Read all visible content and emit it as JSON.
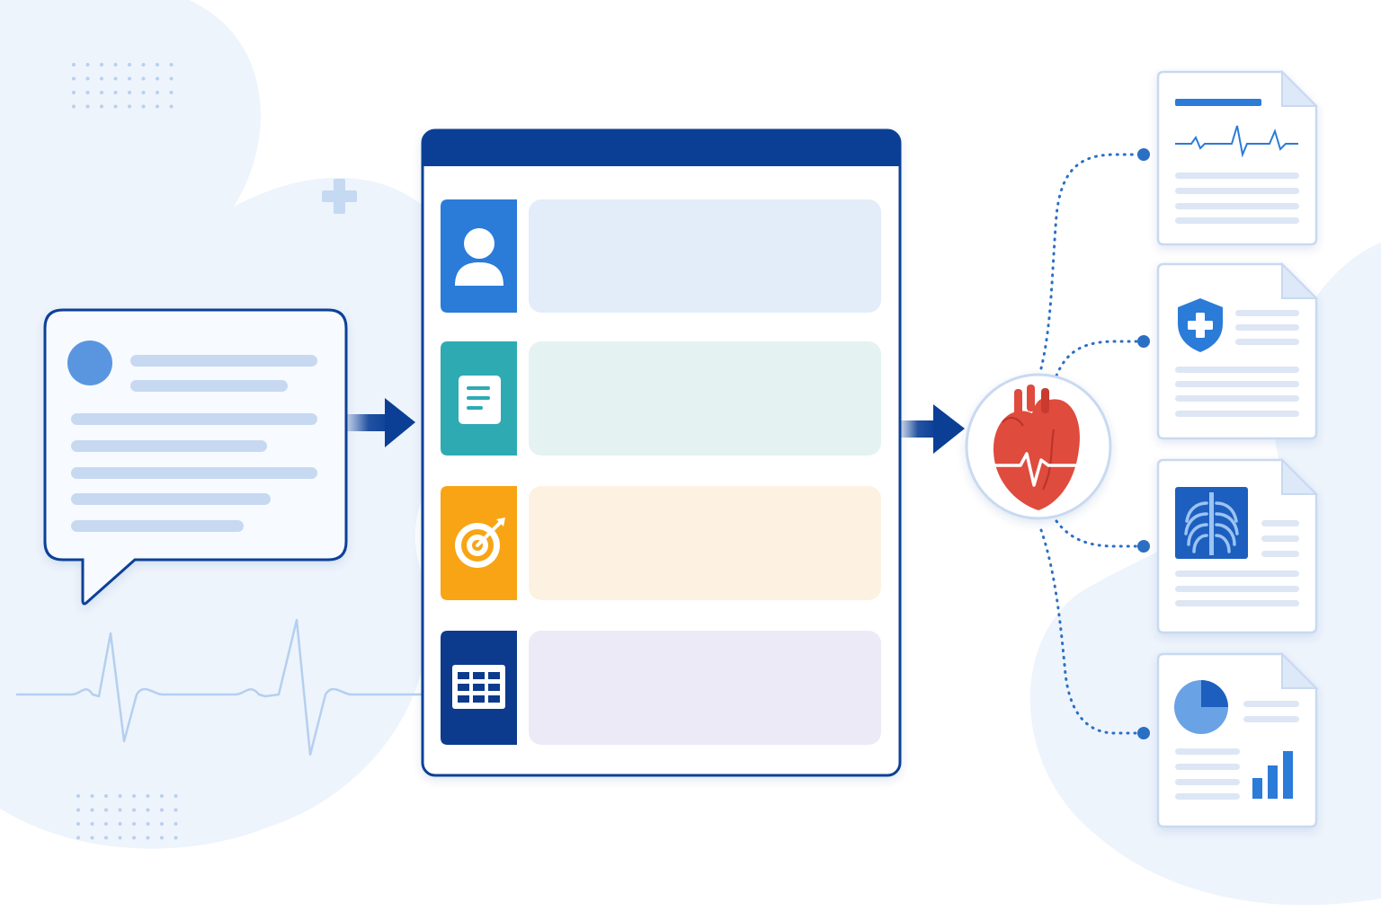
{
  "colors": {
    "navy": "#0b3f96",
    "blue": "#2b7bd8",
    "teal": "#2eaab3",
    "orange": "#f8a414",
    "dark_navy": "#0c3b8d",
    "light_blue_fill": "#e3edf9",
    "light_teal_fill": "#e4f3f1",
    "light_orange_fill": "#fdf1e2",
    "light_purple_fill": "#eceaf7",
    "line_gray_blue": "#c9d9f1",
    "heart_red": "#df4b3d",
    "background_blob": "#eef4fc"
  },
  "message_bubble": {
    "icon": "avatar-circle",
    "text_lines": 7
  },
  "form_panel": {
    "rows": [
      {
        "icon": "user-icon",
        "color": "blue"
      },
      {
        "icon": "document-icon",
        "color": "teal"
      },
      {
        "icon": "target-icon",
        "color": "orange"
      },
      {
        "icon": "table-icon",
        "color": "dark_navy"
      }
    ]
  },
  "hub": {
    "icon": "heart-icon"
  },
  "output_documents": [
    {
      "icon": "ecg-line-icon"
    },
    {
      "icon": "shield-plus-icon"
    },
    {
      "icon": "xray-icon"
    },
    {
      "icon": "pie-bar-chart-icon"
    }
  ]
}
